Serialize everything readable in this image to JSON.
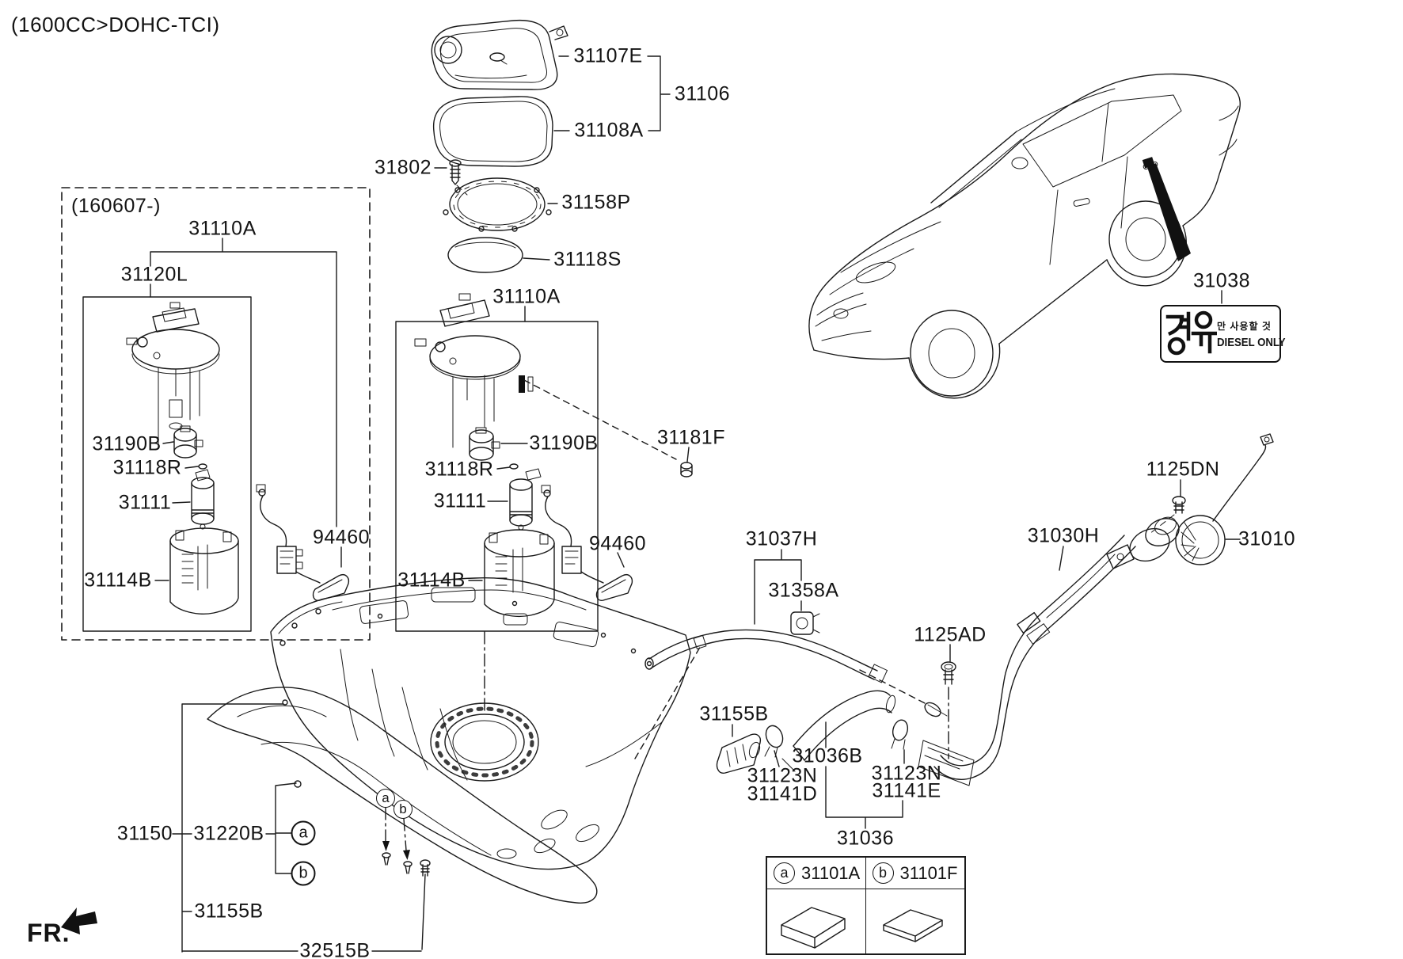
{
  "header": {
    "title": "(1600CC>DOHC-TCI)",
    "front_marker": "FR."
  },
  "notes": {
    "production_date": "(160607-)"
  },
  "parts": {
    "p31110A": "31110A",
    "p31120L": "31120L",
    "p31190B": "31190B",
    "p31118R": "31118R",
    "p31111": "31111",
    "p31114B": "31114B",
    "p94460": "94460",
    "p31107E": "31107E",
    "p31106": "31106",
    "p31108A": "31108A",
    "p31802": "31802",
    "p31158P": "31158P",
    "p31118S": "31118S",
    "p31181F": "31181F",
    "p31038": "31038",
    "p1125DN": "1125DN",
    "p31030H": "31030H",
    "p31010": "31010",
    "p31037H": "31037H",
    "p31358A": "31358A",
    "p1125AD": "1125AD",
    "p31155B": "31155B",
    "p31123N": "31123N",
    "p31141D": "31141D",
    "p31036B": "31036B",
    "p31141E": "31141E",
    "p31036": "31036",
    "p31150": "31150",
    "p31220B": "31220B",
    "p32515B": "32515B"
  },
  "legend": {
    "marker_a": "a",
    "marker_b": "b",
    "code_a": "31101A",
    "code_b": "31101F"
  },
  "sticker": {
    "korean_large": "경유",
    "korean_small": "만 사용할 것",
    "english": "DIESEL ONLY"
  }
}
